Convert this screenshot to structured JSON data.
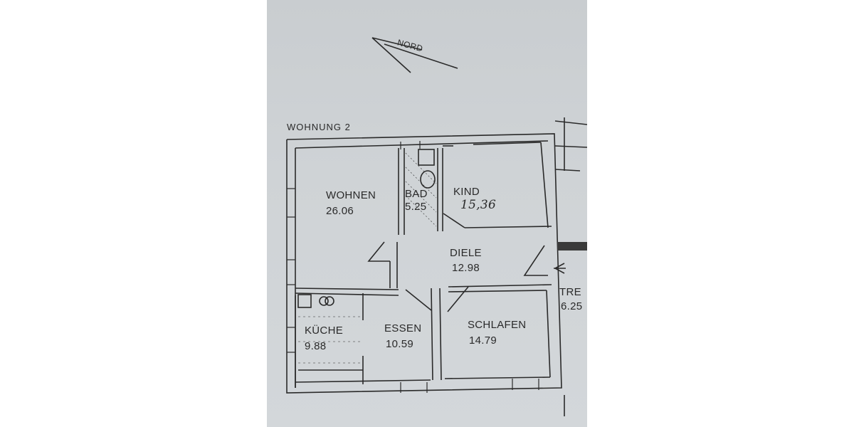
{
  "plan": {
    "title": "WOHNUNG 2",
    "north_label": "NORD",
    "rooms": [
      {
        "name": "WOHNEN",
        "area": "26.06"
      },
      {
        "name": "BAD",
        "area": "5.25"
      },
      {
        "name": "KIND",
        "area": "15,36"
      },
      {
        "name": "DIELE",
        "area": "12.98"
      },
      {
        "name": "KÜCHE",
        "area": "9.88"
      },
      {
        "name": "ESSEN",
        "area": "10.59"
      },
      {
        "name": "SCHLAFEN",
        "area": "14.79"
      },
      {
        "name": "TRE",
        "area": "6.25"
      }
    ],
    "colors": {
      "paper": "#cfd3d6",
      "ink": "#2a2a2a",
      "page": "#ffffff"
    }
  }
}
